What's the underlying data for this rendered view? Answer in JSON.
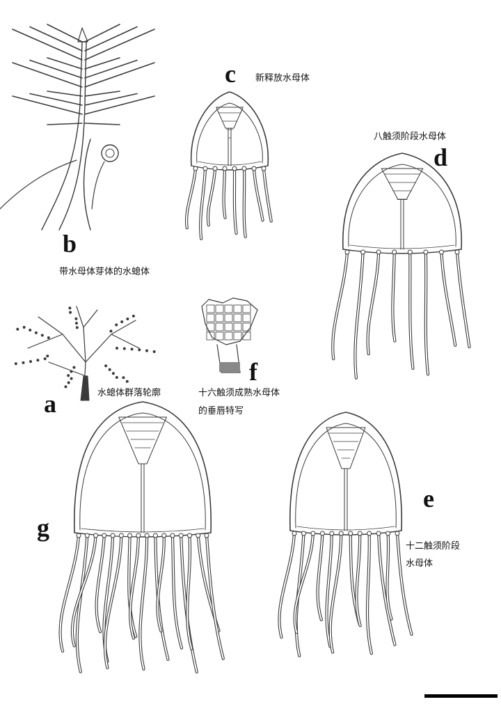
{
  "panels": {
    "a": {
      "letter": "a",
      "caption": "水螅体群落轮廓"
    },
    "b": {
      "letter": "b",
      "caption": "带水母体芽体的水螅体"
    },
    "c": {
      "letter": "c",
      "caption": "新释放水母体"
    },
    "d": {
      "letter": "d",
      "caption": "八触须阶段水母体"
    },
    "e": {
      "letter": "e",
      "caption_line1": "十二触须阶段",
      "caption_line2": "水母体"
    },
    "f": {
      "letter": "f",
      "caption_line1": "十六触须成熟水母体",
      "caption_line2": "的垂唇特写"
    },
    "g": {
      "letter": "g"
    }
  },
  "colors": {
    "ink": "#3a3a3a",
    "background": "#ffffff"
  }
}
